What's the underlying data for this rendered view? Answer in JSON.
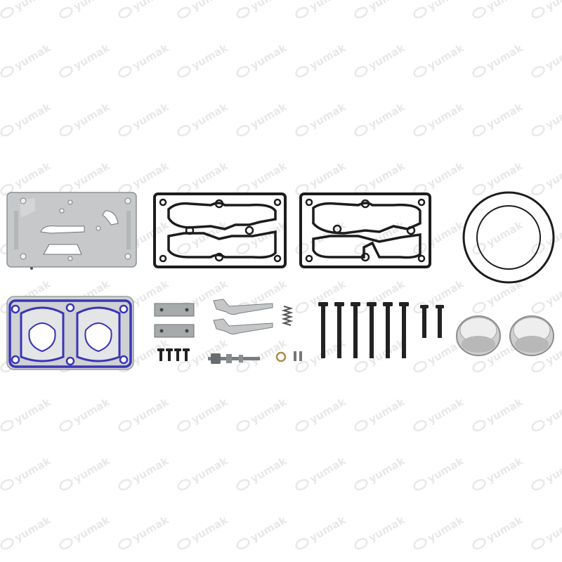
{
  "image": {
    "background_color": "#ffffff",
    "subject": "Air compressor repair kit: valve plates, gaskets, bolts, springs and pistons",
    "watermark": {
      "text": "yumak",
      "logo_icon": "yumak-swoosh-logo-icon",
      "color": "#e8e8e8"
    },
    "colors": {
      "steel_plate": "#c9cbcc",
      "steel_edge": "#8e9294",
      "gasket_black": "#1c1c1c",
      "gasket_blue": "#3a35b8",
      "bolt_black": "#222222",
      "brass": "#b08a4a",
      "spring": "#555555",
      "aluminum": "#d6d6d6"
    },
    "parts": [
      {
        "name": "valve-plate",
        "icon": "steel-plate-icon"
      },
      {
        "name": "head-gasket-1",
        "icon": "gasket-icon"
      },
      {
        "name": "head-gasket-2",
        "icon": "gasket-icon"
      },
      {
        "name": "o-ring",
        "icon": "ring-icon"
      },
      {
        "name": "reed-plate-gasket",
        "icon": "gasket-icon"
      },
      {
        "name": "reed-valve",
        "icon": "reed-icon"
      },
      {
        "name": "spring",
        "icon": "spring-icon"
      },
      {
        "name": "long-bolt",
        "icon": "bolt-icon"
      },
      {
        "name": "short-screw",
        "icon": "screw-icon"
      },
      {
        "name": "unloader-pin",
        "icon": "pin-icon"
      },
      {
        "name": "washer",
        "icon": "washer-icon"
      },
      {
        "name": "piston-cup",
        "icon": "piston-cup-icon"
      }
    ]
  }
}
